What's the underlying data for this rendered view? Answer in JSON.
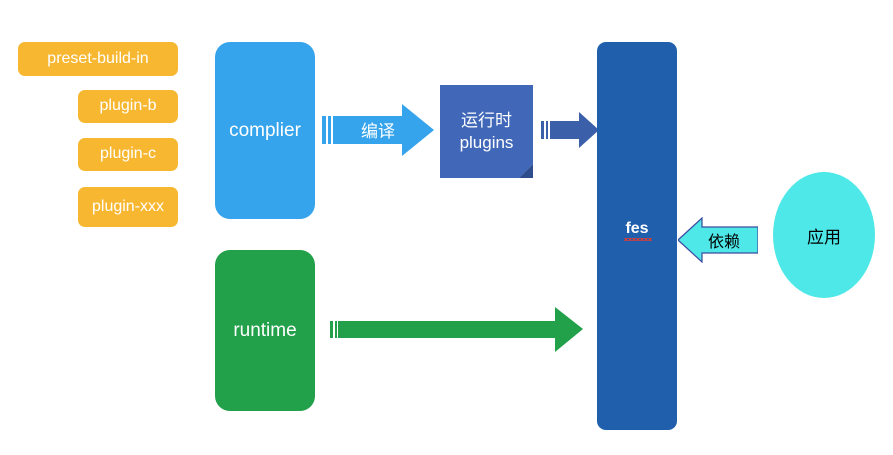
{
  "diagram": {
    "title": "fes architecture diagram",
    "colors": {
      "chip_orange": "#f7b731",
      "complier_blue": "#35a4ec",
      "runtime_green": "#22a04a",
      "fes_blue": "#1f5fac",
      "plugins_blue": "#4168b8",
      "plugins_fold": "#2e4d8c",
      "app_cyan": "#4ee8e8",
      "arrow_blue": "#3b5fa8",
      "spellcheck_red": "#e23b2e",
      "background": "#ffffff"
    },
    "chips": [
      {
        "label": "preset-build-in"
      },
      {
        "label": "plugin-b"
      },
      {
        "label": "plugin-c"
      },
      {
        "label": "plugin-xxx"
      }
    ],
    "nodes": {
      "complier": {
        "label": "complier"
      },
      "runtime": {
        "label": "runtime"
      },
      "runtime_plugins": {
        "line1": "运行时",
        "line2": "plugins"
      },
      "fes": {
        "label": "fes",
        "misspelled": "true"
      },
      "app": {
        "label": "应用"
      }
    },
    "arrows": {
      "compile": {
        "label": "编译",
        "direction": "right",
        "color": "#35a4ec"
      },
      "plugins_to_fes": {
        "label": "",
        "direction": "right",
        "color": "#3b5fa8"
      },
      "runtime_to_fes": {
        "label": "",
        "direction": "right",
        "color": "#22a04a"
      },
      "depend": {
        "label": "依赖",
        "direction": "left",
        "color": "#4ee8e8"
      }
    }
  }
}
